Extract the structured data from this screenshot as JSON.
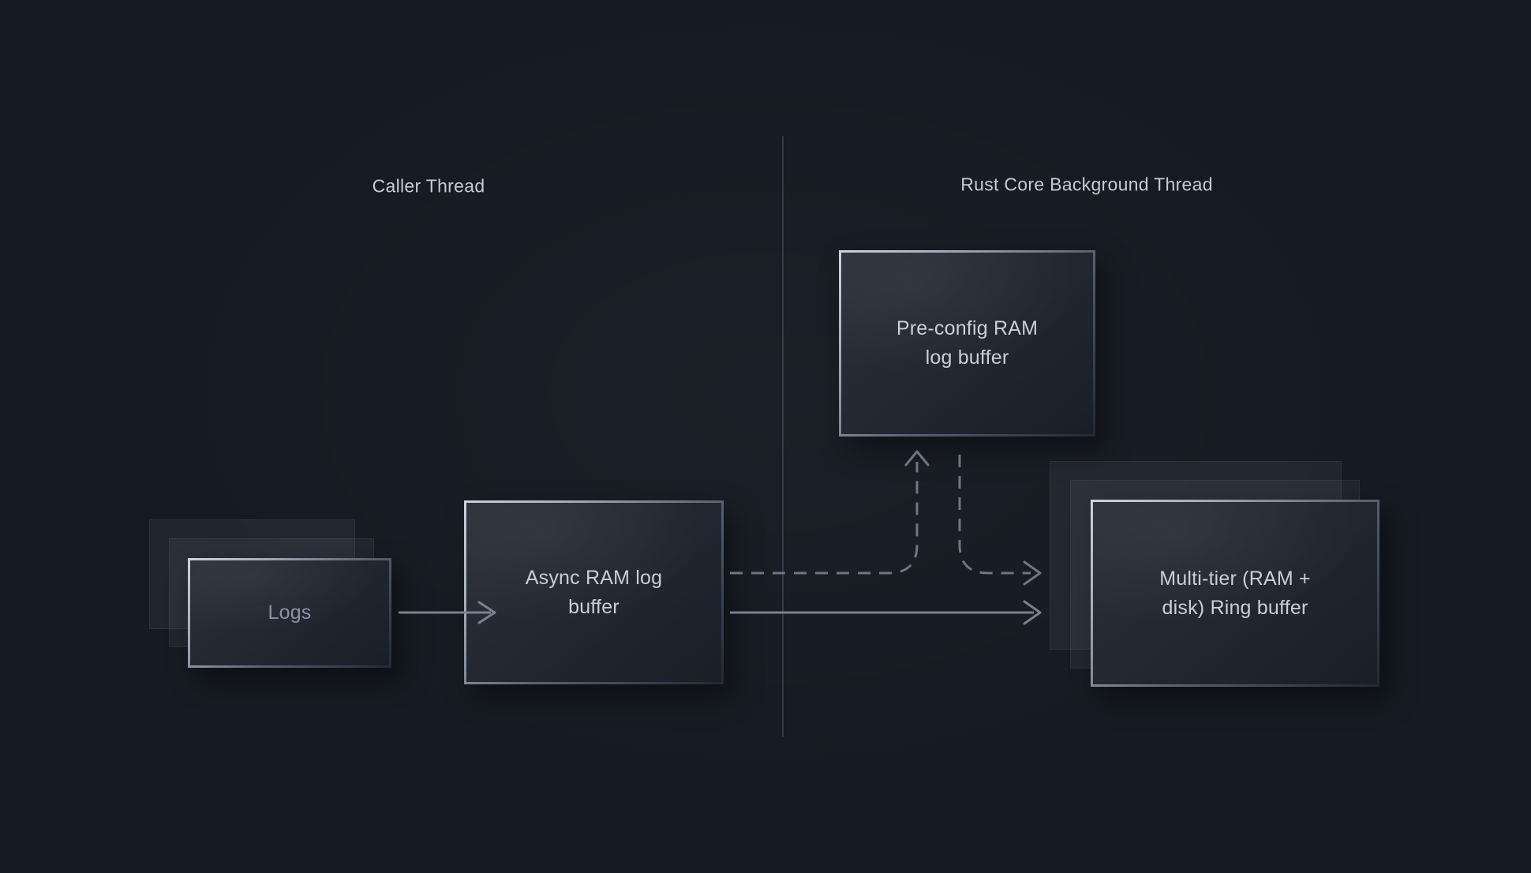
{
  "headings": {
    "left": "Caller Thread",
    "right": "Rust Core Background Thread"
  },
  "nodes": {
    "logs": {
      "label": "Logs",
      "stacked": true
    },
    "async_buffer": {
      "label": "Async RAM log buffer",
      "stacked": false
    },
    "preconfig_buffer": {
      "label": "Pre-config RAM log buffer",
      "stacked": false
    },
    "ring_buffer": {
      "label": "Multi-tier (RAM + disk) Ring buffer",
      "stacked": true
    }
  },
  "edges": [
    {
      "from": "logs",
      "to": "async_buffer",
      "style": "solid"
    },
    {
      "from": "async_buffer",
      "to": "ring_buffer",
      "style": "solid"
    },
    {
      "from": "async_buffer",
      "to": "preconfig_buffer",
      "style": "dashed"
    },
    {
      "from": "preconfig_buffer",
      "to": "ring_buffer",
      "style": "dashed"
    }
  ],
  "colors": {
    "background": "#161a22",
    "divider": "#3e4552",
    "solid_arrow": "#78828f",
    "dashed_arrow": "#6d7785",
    "node_border_light": "#ccd3df",
    "node_border_dark": "#232831",
    "node_fill_light": "#2b303a",
    "node_fill_dark": "#1a1e27",
    "label_text": "#c9cfda",
    "muted_text": "#8b92a4",
    "heading_text": "#c6ccd7"
  }
}
